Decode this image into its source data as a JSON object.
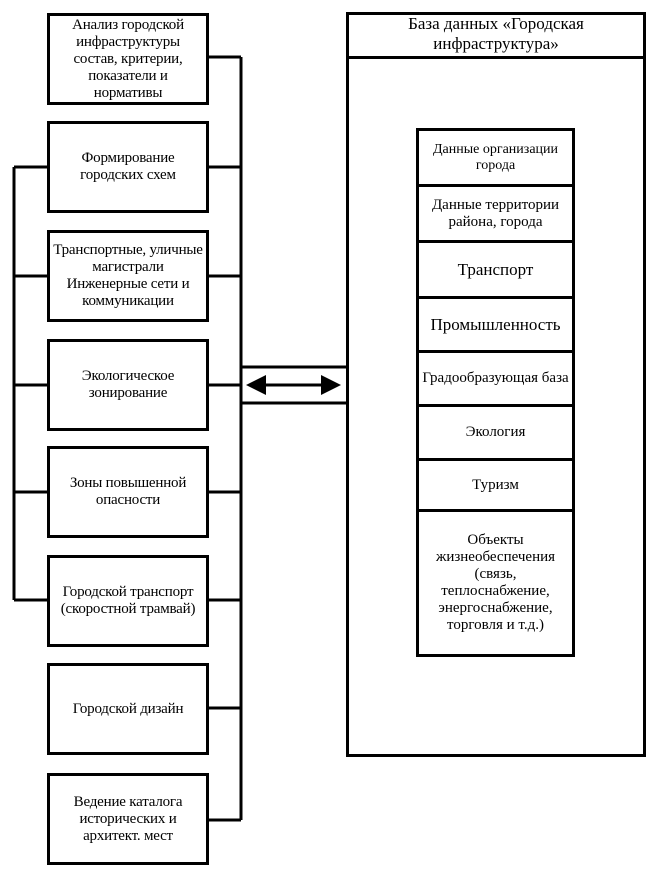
{
  "left_boxes": [
    {
      "label": "Анализ городской инфраструктуры состав, критерии, показатели и нормативы"
    },
    {
      "label": "Формирование городских схем"
    },
    {
      "label": "Транспортные, уличные магистрали Инженерные сети и коммуникации"
    },
    {
      "label": "Экологическое зонирование"
    },
    {
      "label": "Зоны повышенной опасности"
    },
    {
      "label": "Городской транспорт (скоростной трамвай)"
    },
    {
      "label": "Городской дизайн"
    },
    {
      "label": "Ведение каталога исторических и архитект. мест"
    }
  ],
  "database": {
    "title": "База данных «Городская инфраструктура»",
    "items": [
      {
        "label": "Данные организации города"
      },
      {
        "label": "Данные территории района, города"
      },
      {
        "label": "Транспорт"
      },
      {
        "label": "Промышленность"
      },
      {
        "label": "Градообразующая база"
      },
      {
        "label": "Экология"
      },
      {
        "label": "Туризм"
      },
      {
        "label": "Объекты жизнеобеспечения (связь, теплоснабжение, энергоснабжение, торговля и т.д.)"
      }
    ]
  }
}
